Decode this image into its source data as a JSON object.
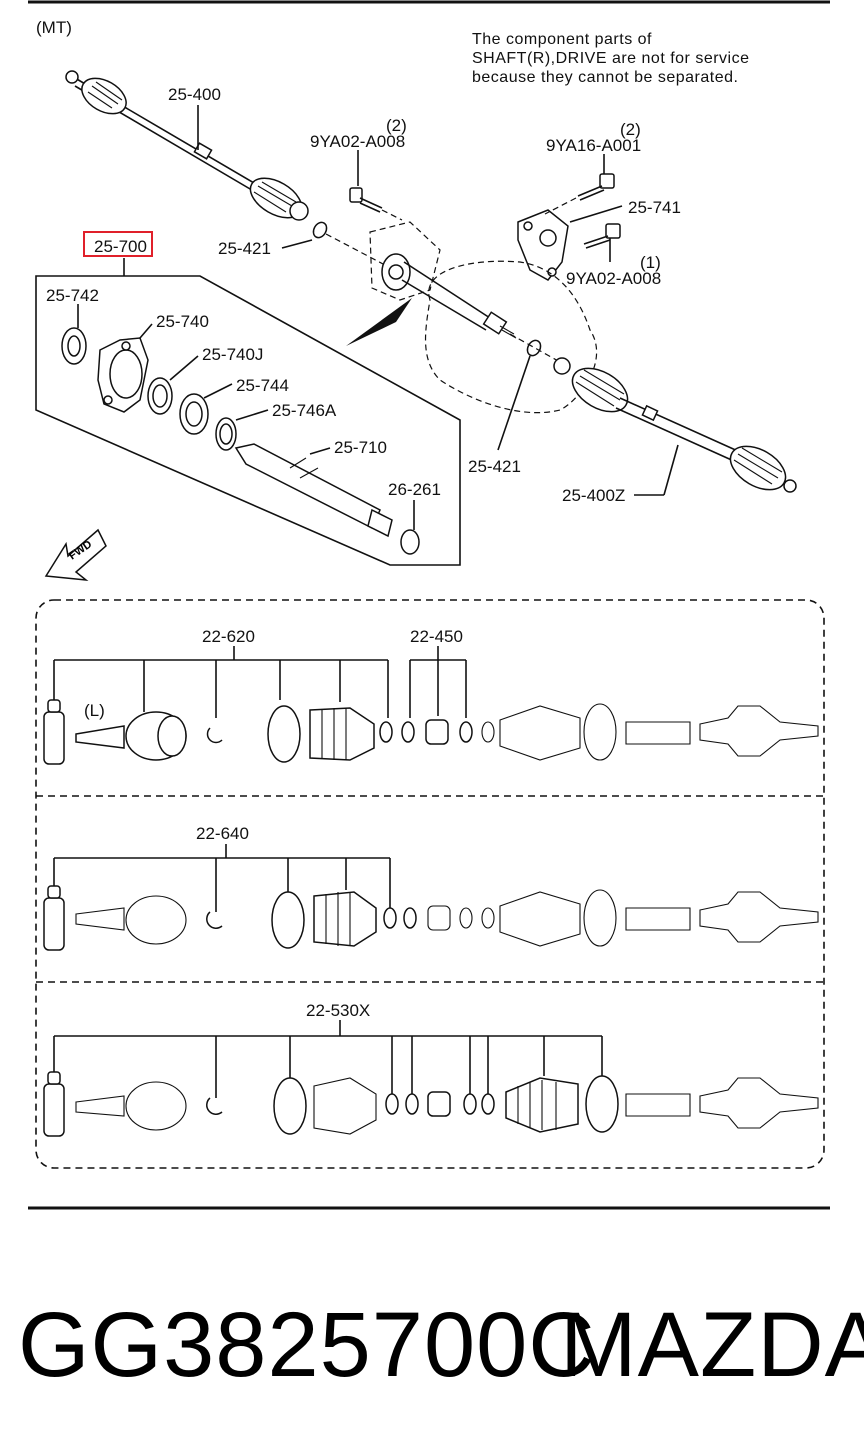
{
  "header": {
    "variant": "(MT)",
    "note_lines": [
      "The component parts of",
      "SHAFT(R),DRIVE are not for service",
      "because they cannot be separated."
    ]
  },
  "callouts": {
    "c25400": "25-400",
    "c9ya02_top_qty": "(2)",
    "c9ya02_top": "9YA02-A008",
    "c9ya16_qty": "(2)",
    "c9ya16": "9YA16-A001",
    "c25741": "25-741",
    "c9ya02_right_qty": "(1)",
    "c9ya02_right": "9YA02-A008",
    "c25421_a": "25-421",
    "c25700": "25-700",
    "c25742": "25-742",
    "c25740": "25-740",
    "c25740j": "25-740J",
    "c25744": "25-744",
    "c25746a": "25-746A",
    "c25710": "25-710",
    "c26261": "26-261",
    "c25421_b": "25-421",
    "c25400z": "25-400Z",
    "fwd": "FWD"
  },
  "kits": {
    "k22620": "22-620",
    "k22450": "22-450",
    "k22640": "22-640",
    "k22530x": "22-530X",
    "side_l": "(L)"
  },
  "highlight_color": "#e0202a",
  "footer": {
    "part_number": "GG3825700C",
    "brand": "MAZDA"
  }
}
